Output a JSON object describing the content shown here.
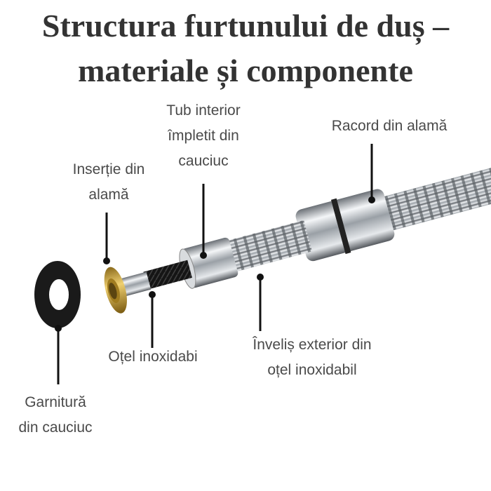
{
  "title": {
    "line1": "Structura furtunului de duș –",
    "line2": "materiale și componente"
  },
  "labels": {
    "tub_interior": [
      "Tub interior",
      "împletit din",
      "cauciuc"
    ],
    "racord": [
      "Racord din alamă"
    ],
    "insertie": [
      "Inserție din",
      "alamă"
    ],
    "invelis": [
      "Înveliș exterior din",
      "oțel inoxidabil"
    ],
    "otel": [
      "Oțel inoxidabi"
    ],
    "garnitura": [
      "Garnitură",
      "din cauciuc"
    ]
  },
  "colors": {
    "brass": "#c9a23a",
    "chrome": "#c8ccd0",
    "rubber": "#1a1a1a",
    "text": "#4a4a4a",
    "title": "#333333"
  }
}
